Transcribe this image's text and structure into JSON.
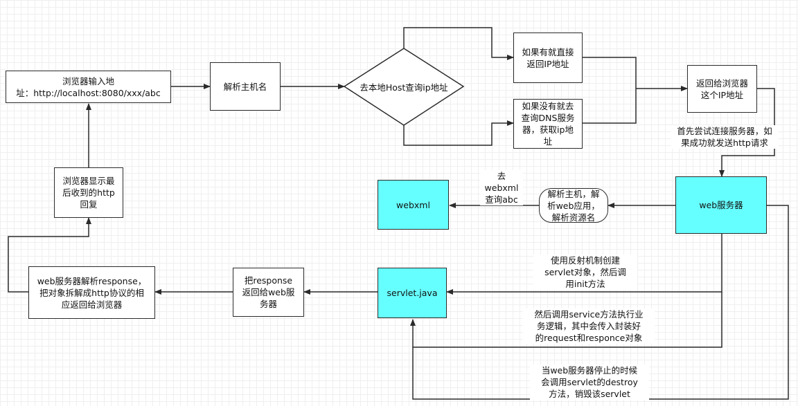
{
  "nodes": {
    "browser_input": "浏览器输入地\n址：http://localhost:8080/xxx/abc",
    "parse_host": "解析主机名",
    "check_hosts": "去本地Host查询ip地址",
    "found_return": "如果有就直接\n返回IP地址",
    "not_found_dns": "如果没有就去\n查询DNS服务\n器，获取ip地\n址",
    "return_to_browser": "返回给浏览器\n这个IP地址",
    "web_server": "web服务器",
    "parse_app": "解析主机，解\n析web应用，\n解析资源名",
    "webxml": "webxml",
    "servlet_java": "servlet.java",
    "return_response": "把response\n返回给web服\n务器",
    "parse_response": "web服务器解析response，\n把对象拆解成http协议的相\n应返回给浏览器",
    "browser_display": "浏览器显示最\n后收到的http\n回复"
  },
  "edge_labels": {
    "try_connect": "首先尝试连接服务器，如\n果成功就发送http请求",
    "query_webxml": "去\nwebxml\n查询abc",
    "reflection_create": "使用反射机制创建\nservlet对象，然后调\n用init方法",
    "service_call": "然后调用service方法执行业\n务逻辑，其中会传入封装好\n的request和responce对象",
    "destroy": "当web服务器停止的时候\n会调用servlet的destroy\n方法，销毁该servlet"
  },
  "colors": {
    "line": "#2a2a2a",
    "highlight_fill": "#66ffff",
    "box_fill": "#ffffff"
  }
}
